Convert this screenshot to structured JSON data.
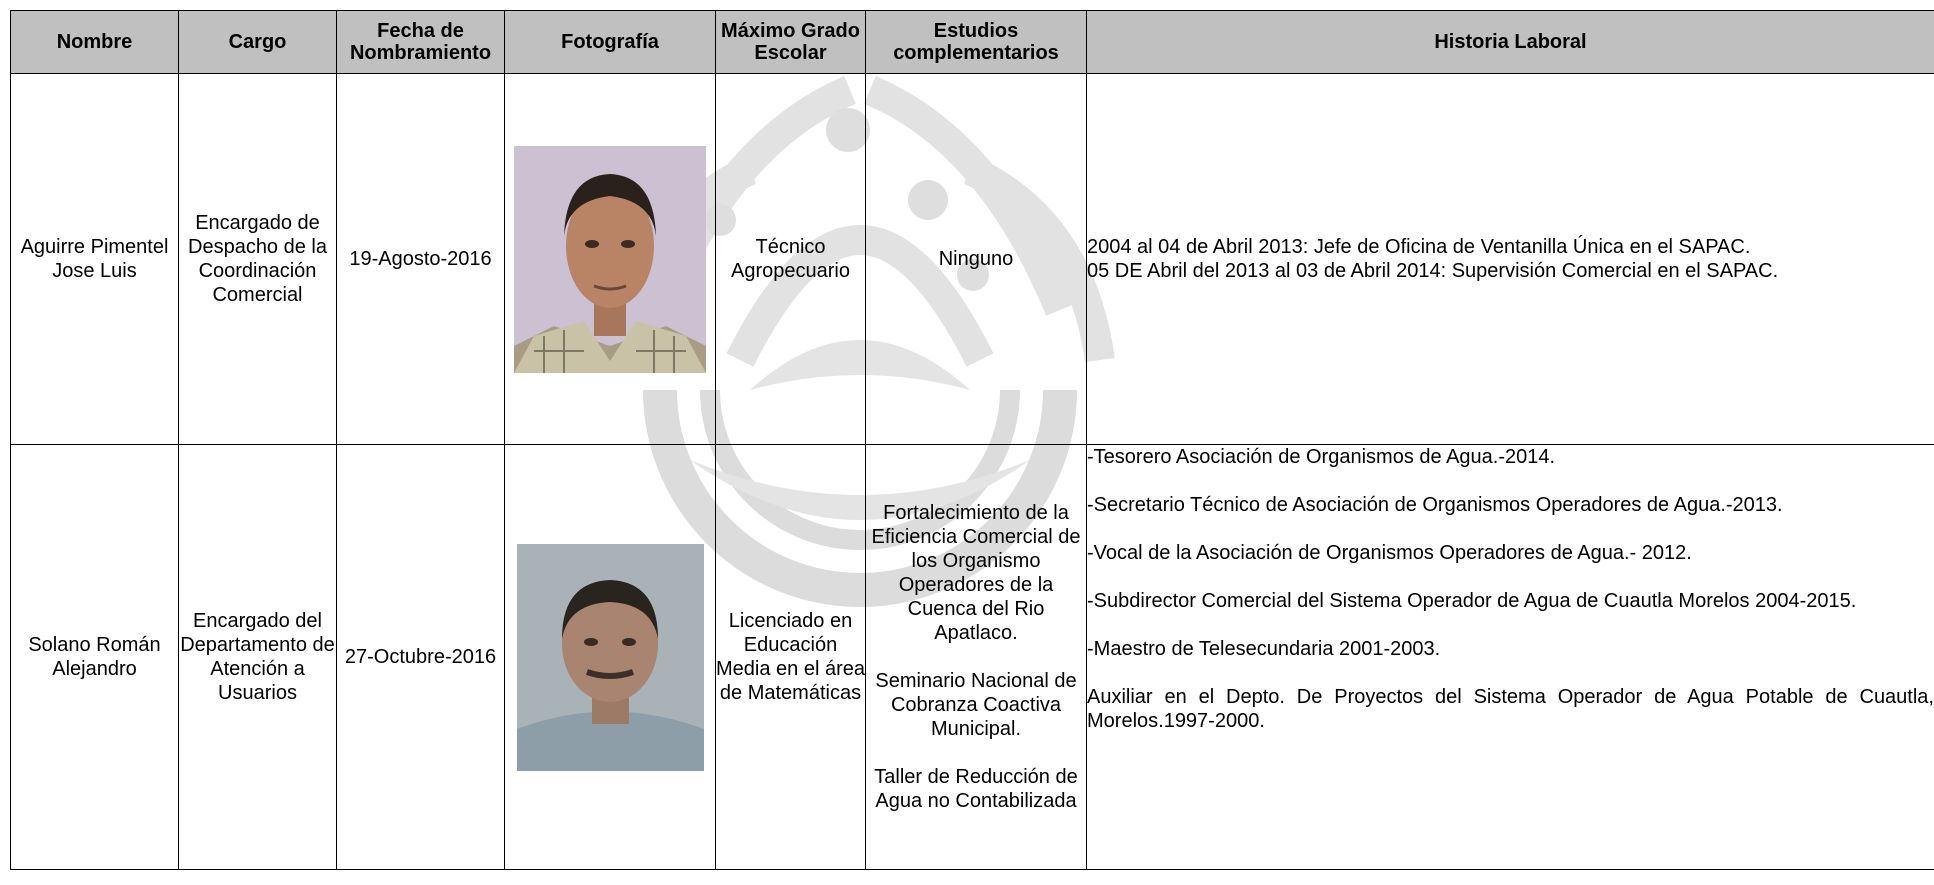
{
  "headers": [
    "Nombre",
    "Cargo",
    "Fecha de Nombramiento",
    "Fotografía",
    "Máximo Grado Escolar",
    "Estudios complementarios",
    "Historia Laboral"
  ],
  "rows": [
    {
      "nombre": "Aguirre Pimentel Jose Luis",
      "cargo": "Encargado de Despacho de la Coordinación Comercial",
      "fecha": "19-Agosto-2016",
      "grado": "Técnico Agropecuario",
      "estudios": [
        "Ninguno"
      ],
      "historia": [
        "2004 al 04 de Abril 2013: Jefe de Oficina de Ventanilla Única en el SAPAC.",
        " 05 DE Abril del 2013 al 03 de Abril 2014: Supervisión Comercial en el SAPAC."
      ]
    },
    {
      "nombre": "Solano Román Alejandro",
      "cargo": "Encargado del Departamento de Atención a Usuarios",
      "fecha": "27-Octubre-2016",
      "grado": "Licenciado en Educación Media en el área de Matemáticas",
      "estudios": [
        "Fortalecimiento de la Eficiencia Comercial de los Organismo Operadores de la Cuenca del Rio Apatlaco.",
        "Seminario Nacional de Cobranza Coactiva Municipal.",
        "Taller de Reducción de Agua no Contabilizada"
      ],
      "historia": [
        "-Tesorero Asociación de Organismos de Agua.-2014.",
        "-Secretario Técnico de Asociación de Organismos Operadores de Agua.-2013.",
        "-Vocal de la Asociación de Organismos Operadores de Agua.- 2012.",
        "-Subdirector Comercial del Sistema Operador de Agua de Cuautla Morelos 2004-2015.",
        "-Maestro de Telesecundaria 2001-2003.",
        "Auxiliar en el Depto. De Proyectos del Sistema Operador de Agua Potable de Cuautla, Morelos.1997-2000."
      ]
    }
  ]
}
